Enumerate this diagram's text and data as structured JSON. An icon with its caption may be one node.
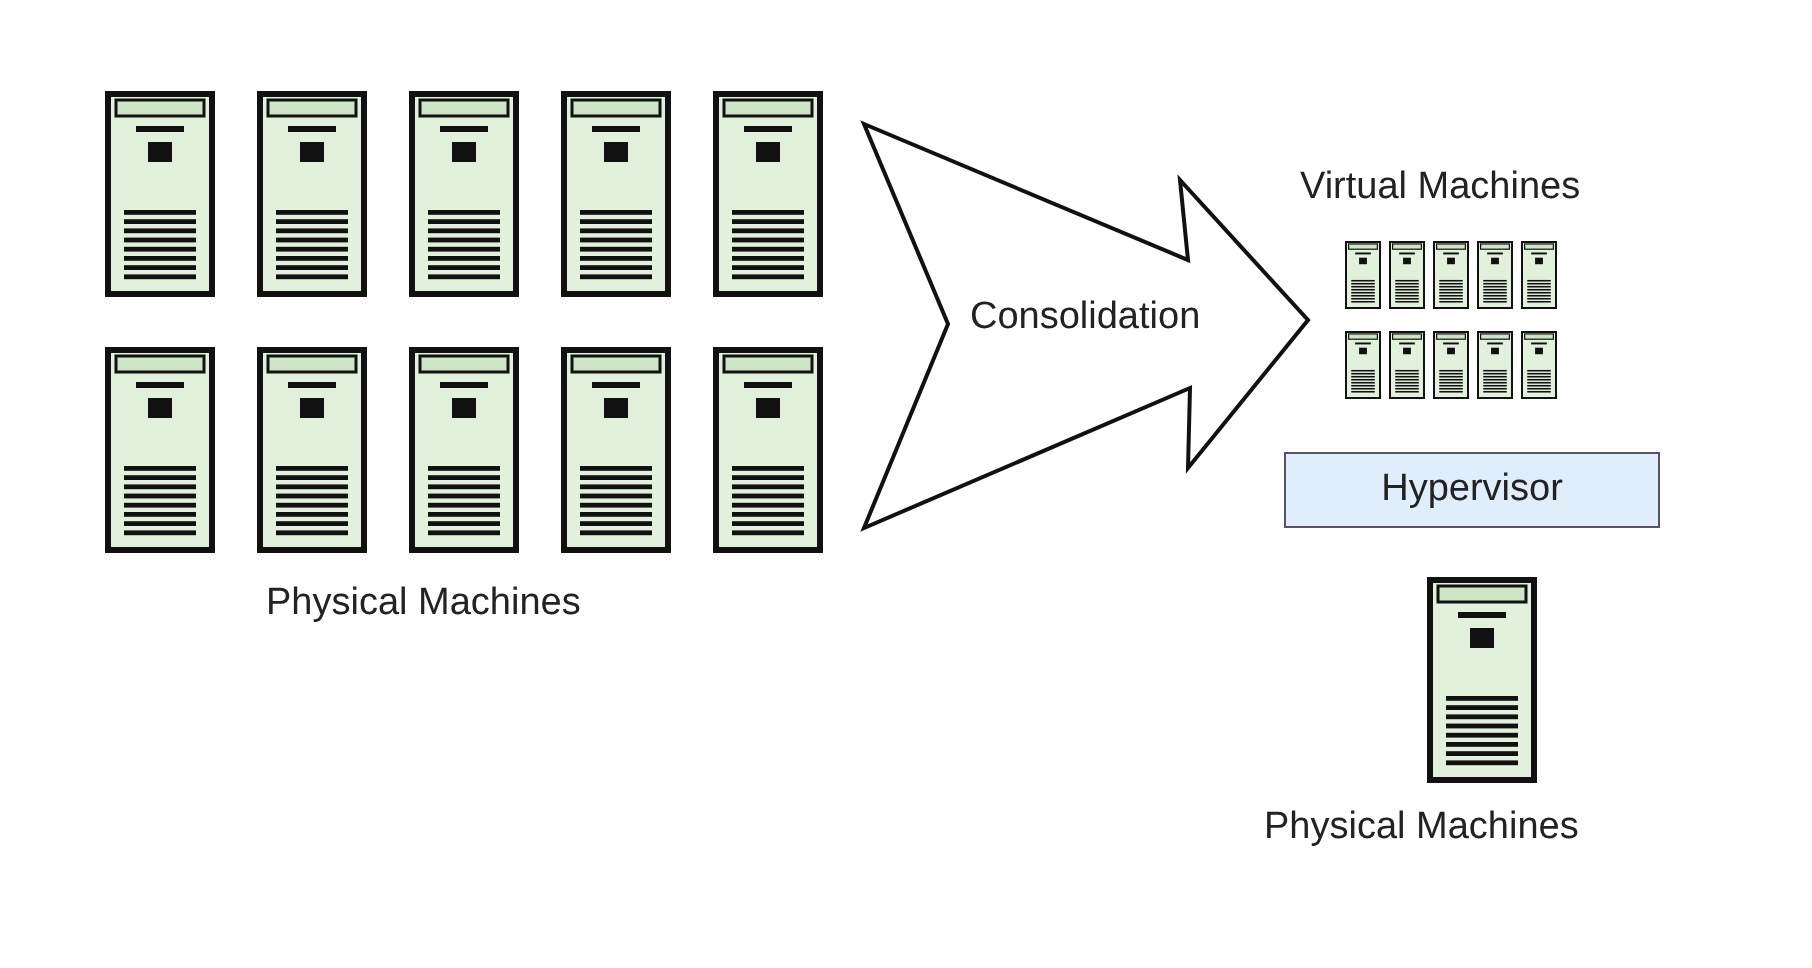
{
  "diagram": {
    "nodes": [
      {
        "text": [
          "Consolidation"
        ]
      },
      {
        "text": [
          "Hypervisor"
        ]
      }
    ],
    "labels": [
      "Virtual Machines",
      "Physical Machines",
      "Physical Machines"
    ]
  }
}
